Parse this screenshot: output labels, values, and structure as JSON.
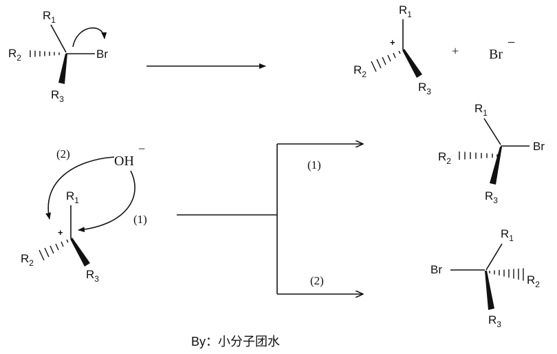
{
  "reaction1": {
    "reactant": {
      "r1": "R",
      "r1_sub": "1",
      "r2": "R",
      "r2_sub": "2",
      "r3": "R",
      "r3_sub": "3",
      "leaving": "Br"
    },
    "product_cation": {
      "r1": "R",
      "r1_sub": "1",
      "r2": "R",
      "r2_sub": "2",
      "r3": "R",
      "r3_sub": "3",
      "charge": "+"
    },
    "plus": "+",
    "bromide": "Br",
    "bromide_charge": "−"
  },
  "reaction2": {
    "nucleophile": "OH",
    "nucleophile_charge": "−",
    "attack_label_back": "(2)",
    "attack_label_front": "(1)",
    "cation": {
      "r1": "R",
      "r1_sub": "1",
      "r2": "R",
      "r2_sub": "2",
      "r3": "R",
      "r3_sub": "3",
      "charge": "+"
    },
    "path1_label": "(1)",
    "path2_label": "(2)",
    "product1": {
      "r1": "R",
      "r1_sub": "1",
      "r2": "R",
      "r2_sub": "2",
      "r3": "R",
      "r3_sub": "3",
      "group": "Br"
    },
    "product2": {
      "r1": "R",
      "r1_sub": "1",
      "r2": "R",
      "r2_sub": "2",
      "r3": "R",
      "r3_sub": "3",
      "group": "Br"
    }
  },
  "credit": "By：小分子团水",
  "colors": {
    "ink": "#111111",
    "background": "#ffffff"
  }
}
